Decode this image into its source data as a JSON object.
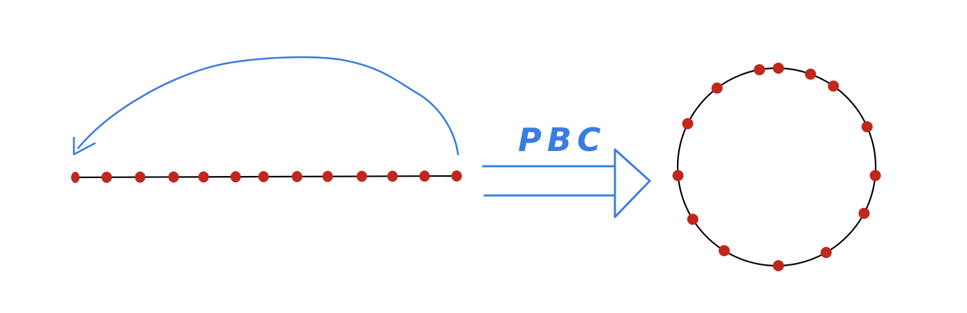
{
  "diagram": {
    "label": "PBC",
    "colors": {
      "ink": "#000000",
      "dots": "#c0281e",
      "arrows": "#3a7de0",
      "background": "#ffffff"
    },
    "chain": {
      "site_count": 13,
      "description_icon": "red-dot-site"
    },
    "ring": {
      "site_count": 14
    }
  }
}
